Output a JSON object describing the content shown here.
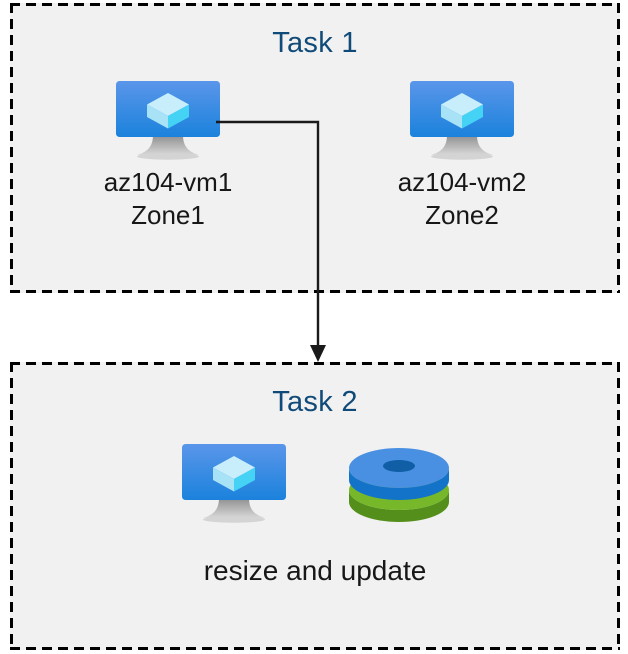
{
  "diagram": {
    "title": "Azure VM zones and resize/update task diagram",
    "background_color": "#ffffff",
    "box_fill_color": "#f1f1f1",
    "border_color": "#000000",
    "title_color": "#104a78",
    "label_color": "#171717"
  },
  "task1": {
    "title": "Task 1",
    "nodes": [
      {
        "icon": "virtual-machine-icon",
        "label_line1": "az104-vm1",
        "label_line2": "Zone1"
      },
      {
        "icon": "virtual-machine-icon",
        "label_line1": "az104-vm2",
        "label_line2": "Zone2"
      }
    ]
  },
  "task2": {
    "title": "Task 2",
    "icons": [
      {
        "icon": "virtual-machine-icon"
      },
      {
        "icon": "managed-disks-icon"
      }
    ],
    "caption": "resize and update"
  },
  "connector": {
    "from": "az104-vm1",
    "to": "Task 2",
    "style": "elbow-arrow",
    "color": "#1a1a1a"
  },
  "palette": {
    "monitor_screen_top": "#5a96ea",
    "monitor_screen_bottom": "#1b82dc",
    "monitor_stand": "#b4b4b4",
    "cube_top": "#c9eefb",
    "cube_left": "#9fdff7",
    "cube_right": "#45d3f5",
    "disk_blue_top": "#4a90e2",
    "disk_blue_side": "#1273c8",
    "disk_green_top": "#76b82a",
    "disk_green_side": "#548f1c"
  }
}
